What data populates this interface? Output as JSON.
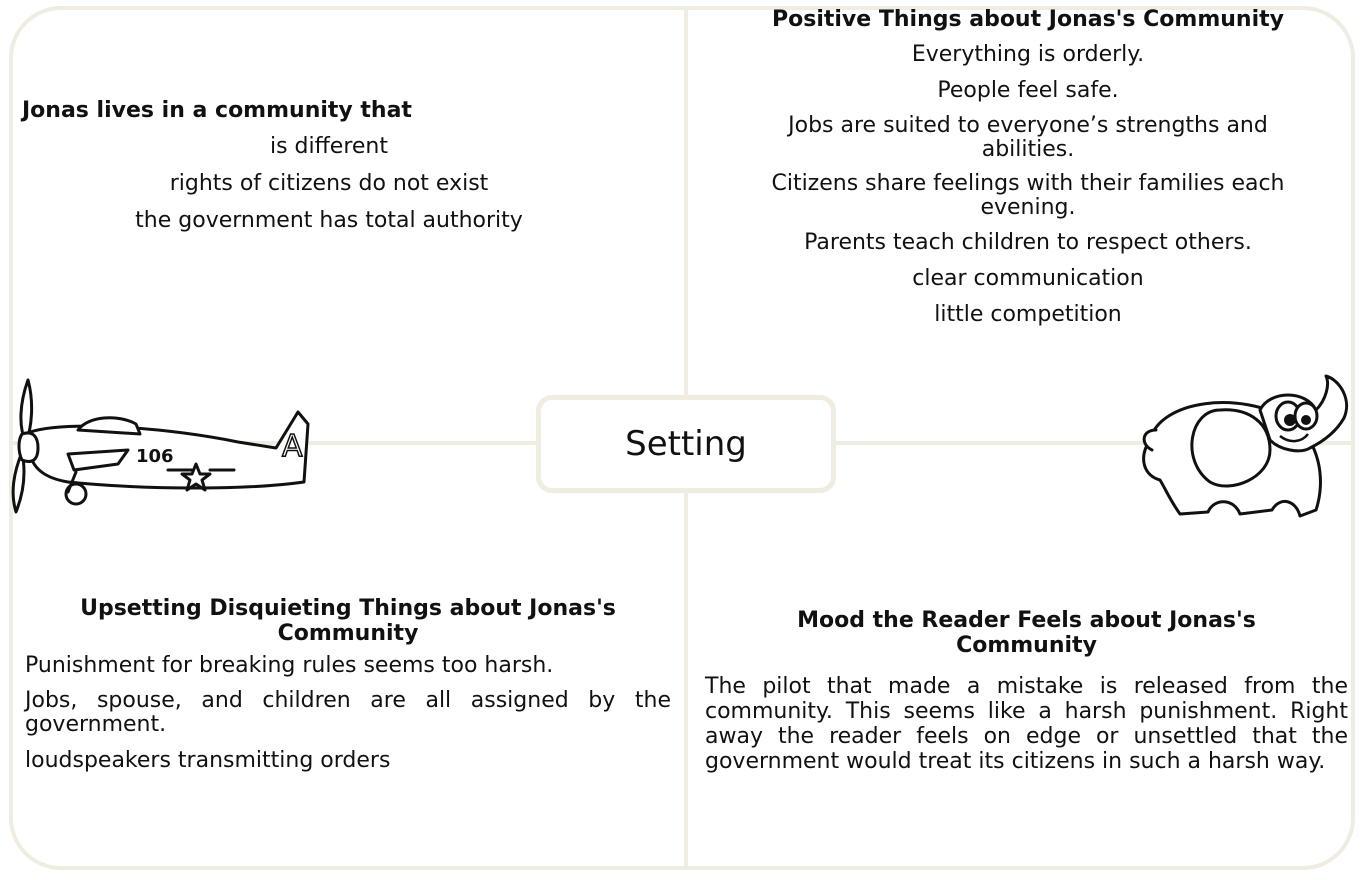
{
  "center": {
    "title": "Setting"
  },
  "top_left": {
    "heading": "Jonas lives in a community that",
    "items": [
      "is different",
      "rights of citizens do not exist",
      "the government has total authority"
    ]
  },
  "top_right": {
    "heading": "Positive Things about Jonas's Community",
    "items": [
      "Everything is orderly.",
      "People feel safe.",
      "Jobs are suited to everyone’s strengths and abilities.",
      "Citizens share feelings with their families each evening.",
      "Parents teach children to respect others.",
      "clear communication",
      "little competition"
    ]
  },
  "bottom_left": {
    "heading": "Upsetting Disquieting Things about Jonas's Community",
    "items": [
      "Punishment for breaking rules seems too harsh.",
      "Jobs, spouse, and children are all assigned by the government.",
      "loudspeakers transmitting orders"
    ]
  },
  "bottom_right": {
    "heading": "Mood the Reader Feels about Jonas's Community",
    "paragraph": "The pilot that made a mistake is released from the community. This seems like a harsh punishment. Right away the reader feels on edge or unsettled that the government would treat its citizens in such a harsh way."
  },
  "clipart": {
    "airplane": {
      "icon": "airplane-icon",
      "tail_letter": "A",
      "number": "106"
    },
    "elephant": {
      "icon": "elephant-icon"
    }
  }
}
